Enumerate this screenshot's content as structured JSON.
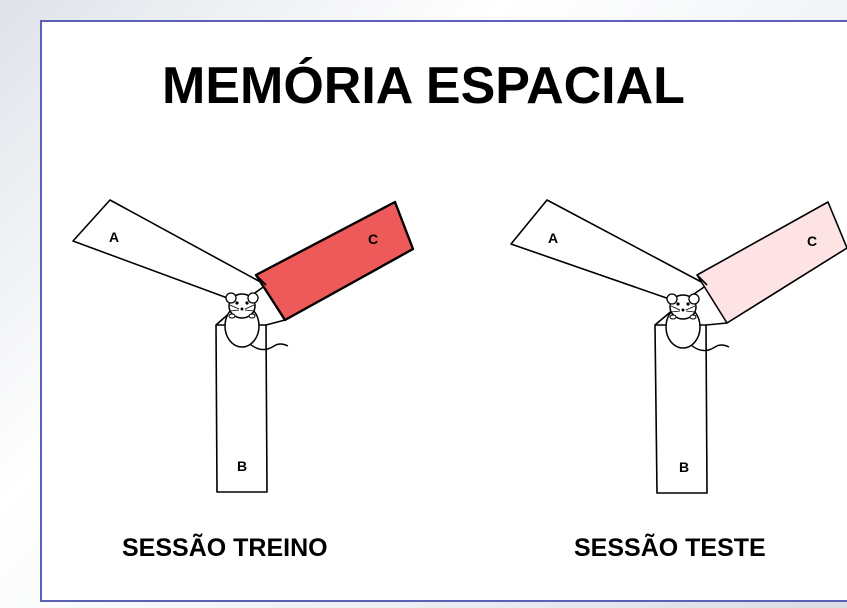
{
  "title": "MEMÓRIA ESPACIAL",
  "sessions": [
    {
      "label": "SESSÃO TREINO",
      "arms": {
        "a": "A",
        "b": "B",
        "c": "C"
      },
      "arm_c_fill": "#ee5a5a"
    },
    {
      "label": "SESSÃO TESTE",
      "arms": {
        "a": "A",
        "b": "B",
        "c": "C"
      },
      "arm_c_fill": "#fde3e3"
    }
  ],
  "colors": {
    "border": "#5b5fb5",
    "outline": "#000000"
  }
}
